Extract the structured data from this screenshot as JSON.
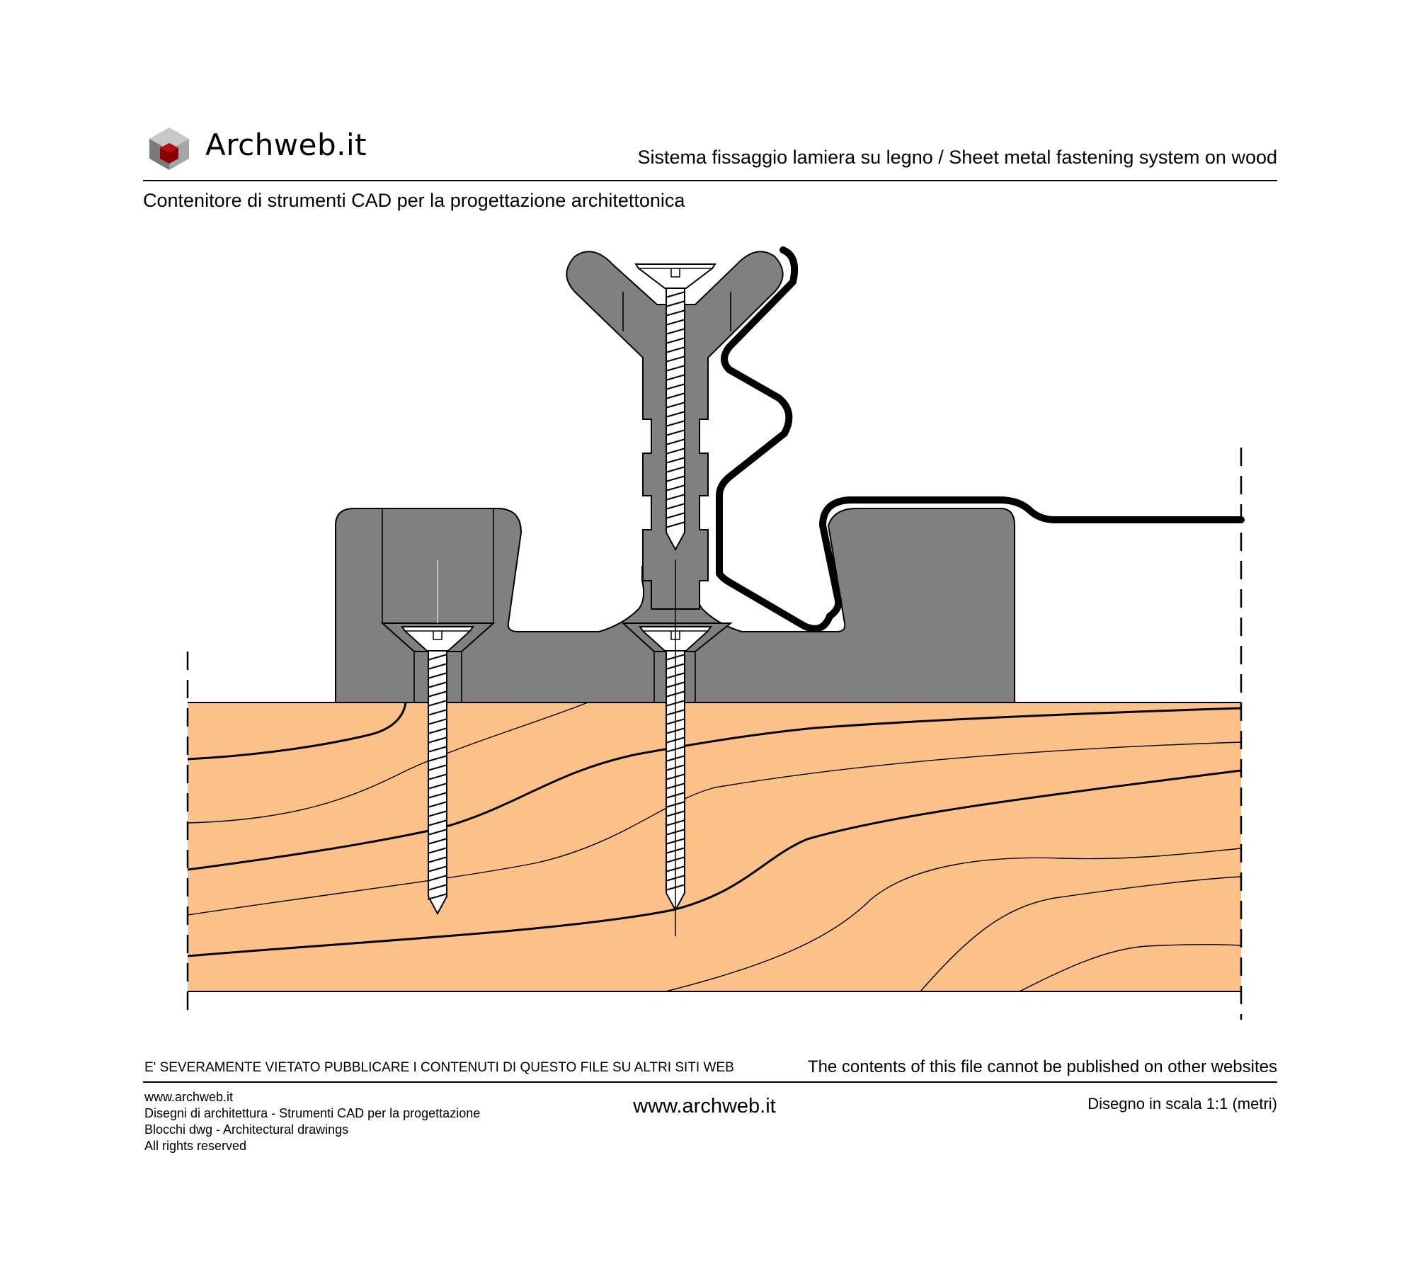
{
  "header": {
    "brand": "Archweb.it",
    "title": "Sistema fissaggio lamiera su legno  /  Sheet metal fastening system on wood",
    "subtitle": "Contenitore di strumenti CAD per la progettazione architettonica"
  },
  "footer": {
    "warning_it": "E' SEVERAMENTE VIETATO PUBBLICARE I CONTENUTI DI QUESTO FILE SU ALTRI SITI WEB",
    "warning_en": "The contents of this file cannot be published on other websites",
    "info_lines": [
      "www.archweb.it",
      "Disegni di architettura - Strumenti CAD  per la progettazione",
      "Blocchi dwg - Architectural drawings",
      "All rights reserved"
    ],
    "center_url": "www.archweb.it",
    "scale": "Disegno in scala 1:1 (metri)"
  },
  "colors": {
    "wood": "#FBC189",
    "clip": "#808080",
    "screw": "#FFFFFF",
    "sheet": "#000000",
    "logo_top": "#C8C8C8",
    "logo_left": "#7A7A7A",
    "logo_right": "#A5A5A5",
    "logo_core": "#8B0000"
  }
}
